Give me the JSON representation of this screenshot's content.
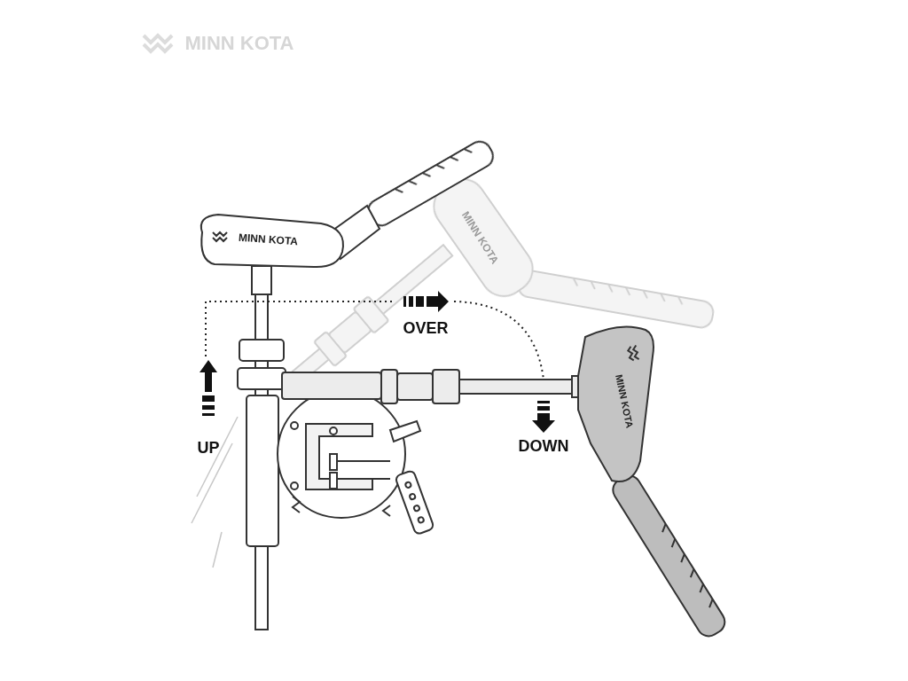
{
  "diagram": {
    "labels": [
      "MINN KOTA",
      "MINN KOTA",
      "MINN KOTA",
      "OVER",
      "UP",
      "DOWN",
      "MINN KOTA"
    ]
  }
}
